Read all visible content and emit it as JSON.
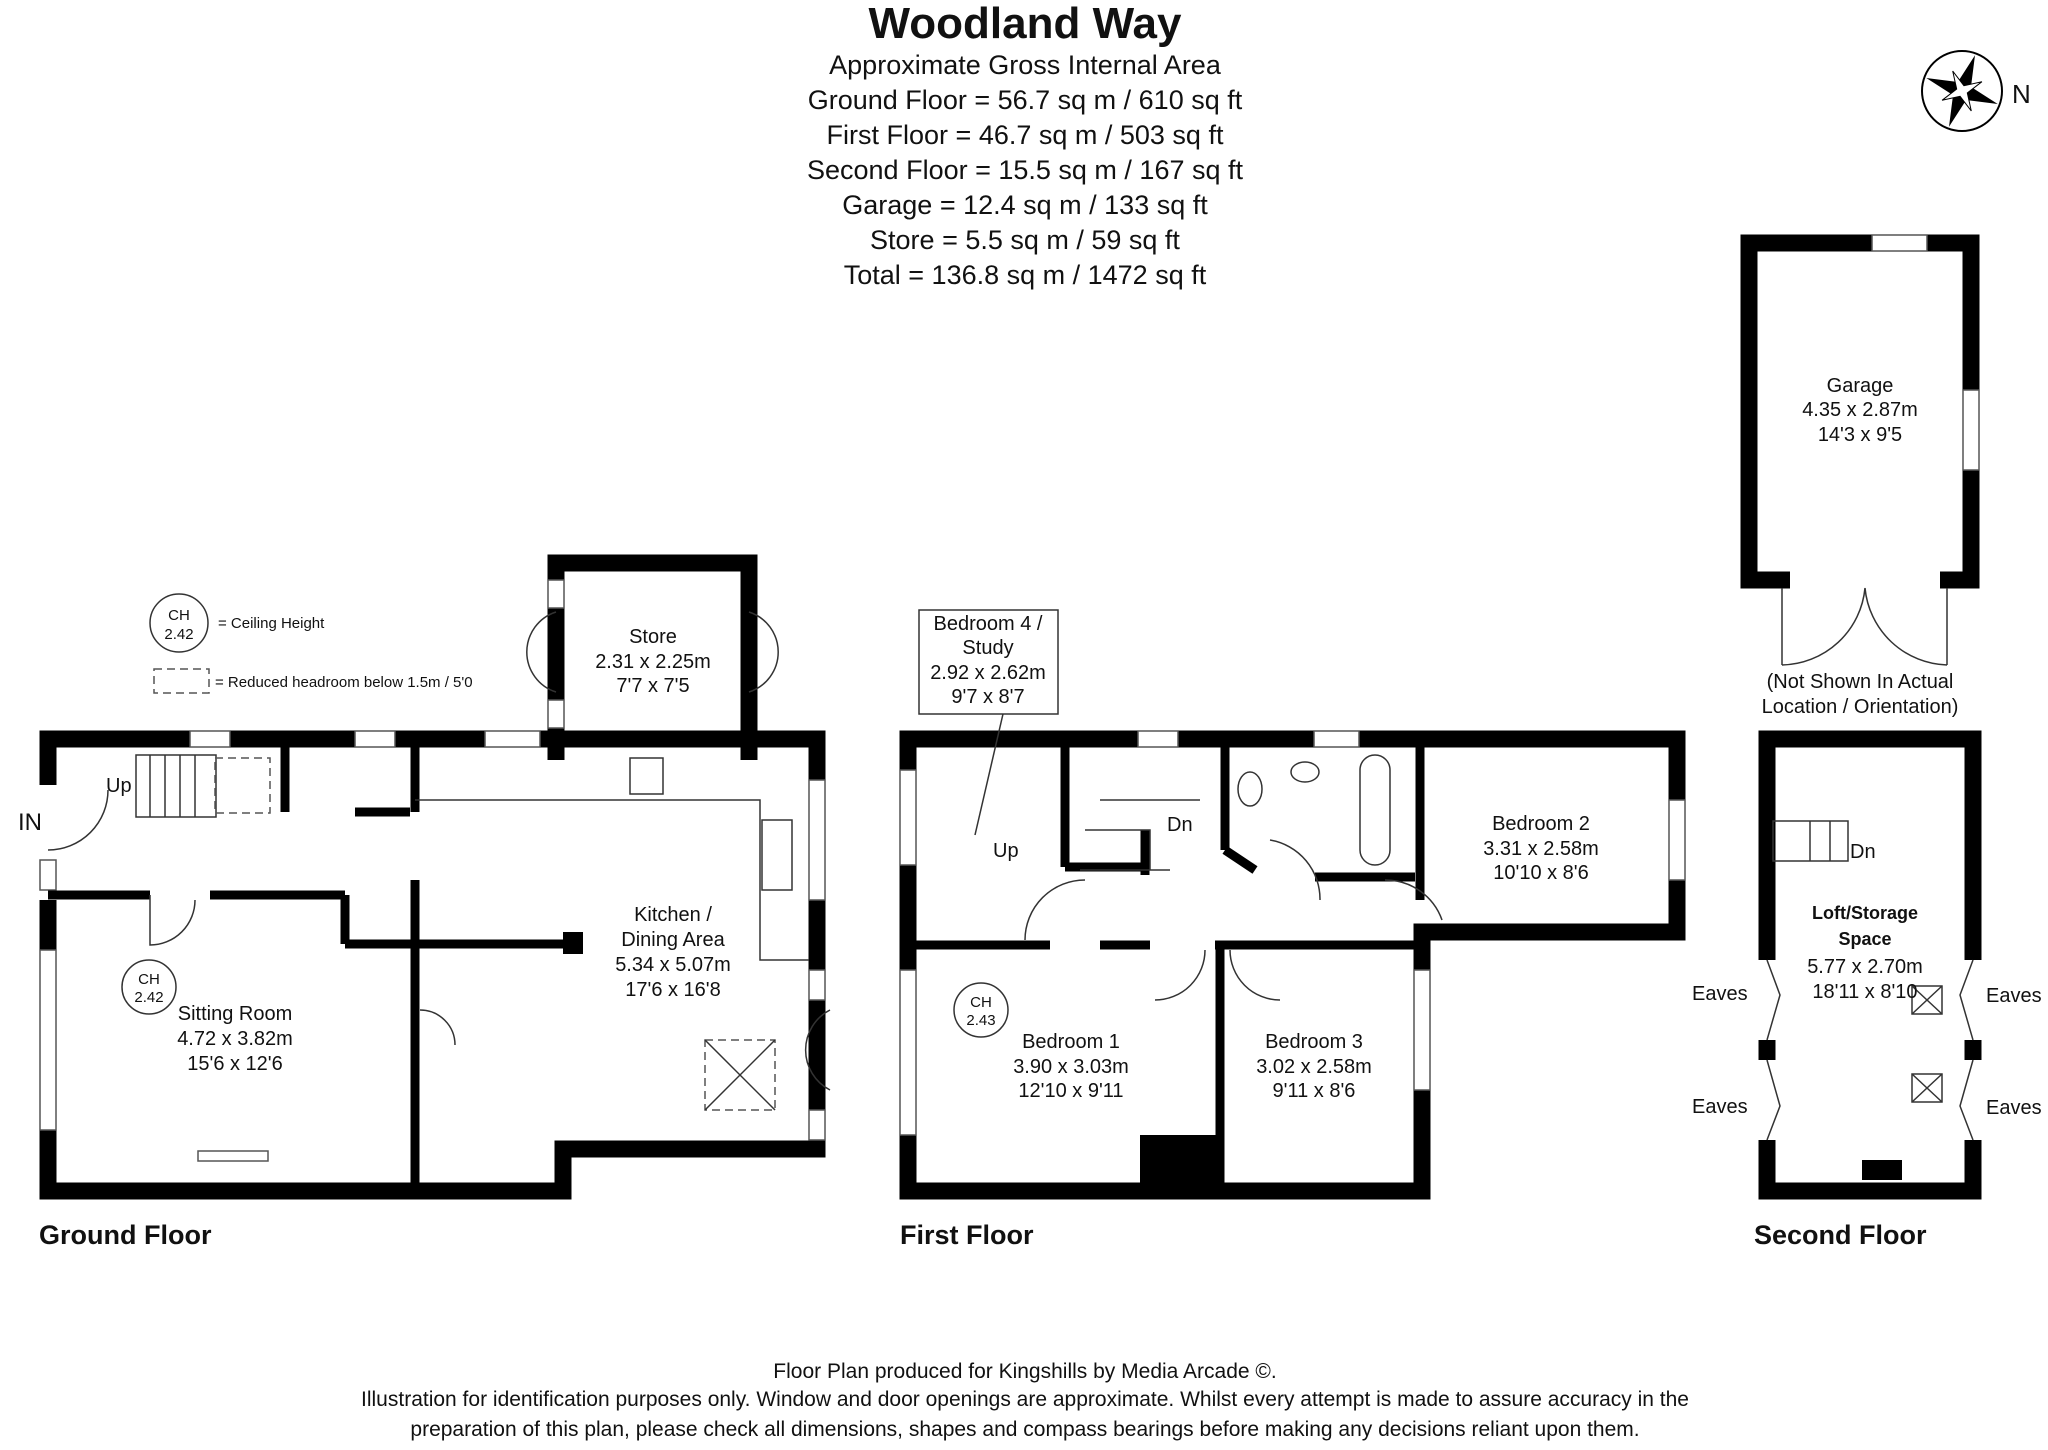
{
  "header": {
    "title": "Woodland Way",
    "areas": [
      "Approximate Gross Internal Area",
      "Ground Floor = 56.7 sq m / 610 sq ft",
      "First Floor = 46.7 sq m / 503 sq ft",
      "Second Floor = 15.5 sq m / 167 sq ft",
      "Garage = 12.4 sq m / 133 sq ft",
      "Store = 5.5 sq m / 59 sq ft",
      "Total = 136.8 sq m / 1472 sq ft"
    ]
  },
  "compass": {
    "label": "N"
  },
  "legend": {
    "ch_label": "CH",
    "ch_value": "2.42",
    "ceiling_height": "= Ceiling Height",
    "reduced_headroom": "= Reduced headroom below 1.5m / 5'0"
  },
  "ground_floor": {
    "label": "Ground Floor",
    "entrance": "IN",
    "up": "Up",
    "store": {
      "name": "Store",
      "metric": "2.31 x 2.25m",
      "imperial": "7'7 x 7'5"
    },
    "kitchen": {
      "name1": "Kitchen /",
      "name2": "Dining Area",
      "metric": "5.34 x 5.07m",
      "imperial": "17'6 x 16'8"
    },
    "sitting": {
      "name": "Sitting Room",
      "metric": "4.72 x 3.82m",
      "imperial": "15'6 x 12'6",
      "ch_label": "CH",
      "ch_value": "2.42"
    }
  },
  "first_floor": {
    "label": "First Floor",
    "up": "Up",
    "down": "Dn",
    "bedroom4": {
      "name1": "Bedroom 4 /",
      "name2": "Study",
      "metric": "2.92 x 2.62m",
      "imperial": "9'7 x 8'7"
    },
    "bedroom2": {
      "name": "Bedroom 2",
      "metric": "3.31 x 2.58m",
      "imperial": "10'10 x 8'6"
    },
    "bedroom1": {
      "name": "Bedroom 1",
      "metric": "3.90 x 3.03m",
      "imperial": "12'10 x 9'11",
      "ch_label": "CH",
      "ch_value": "2.43"
    },
    "bedroom3": {
      "name": "Bedroom 3",
      "metric": "3.02 x 2.58m",
      "imperial": "9'11 x 8'6"
    }
  },
  "garage": {
    "name": "Garage",
    "metric": "4.35 x 2.87m",
    "imperial": "14'3 x 9'5",
    "note1": "(Not Shown In Actual",
    "note2": "Location / Orientation)"
  },
  "second_floor": {
    "label": "Second Floor",
    "down": "Dn",
    "loft": {
      "name1": "Loft/Storage",
      "name2": "Space",
      "metric": "5.77 x 2.70m",
      "imperial": "18'11 x 8'10"
    },
    "eaves": [
      "Eaves",
      "Eaves",
      "Eaves",
      "Eaves"
    ]
  },
  "footer": [
    "Floor Plan produced for Kingshills by Media Arcade ©.",
    "Illustration for identification purposes only. Window and door openings are approximate. Whilst every attempt is made to assure accuracy in the",
    "preparation of this plan, please check all dimensions, shapes and compass bearings before making any decisions reliant upon them."
  ]
}
